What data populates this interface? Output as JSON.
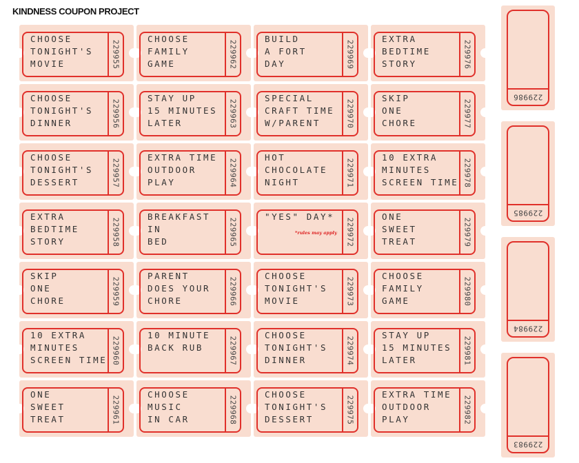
{
  "page": {
    "title": "KINDNESS COUPON PROJECT"
  },
  "coupons": [
    {
      "text": "CHOOSE\nTONIGHT'S\nMOVIE",
      "serial": "229955"
    },
    {
      "text": "CHOOSE\nFAMILY\nGAME",
      "serial": "229962"
    },
    {
      "text": "BUILD\nA FORT\nDAY",
      "serial": "229969"
    },
    {
      "text": "EXTRA\nBEDTIME\nSTORY",
      "serial": "229976"
    },
    {
      "text": "CHOOSE\nTONIGHT'S\nDINNER",
      "serial": "229956"
    },
    {
      "text": "STAY UP\n15 MINUTES\nLATER",
      "serial": "229963"
    },
    {
      "text": "SPECIAL\nCRAFT TIME\nW/PARENT",
      "serial": "229970"
    },
    {
      "text": "SKIP\nONE\nCHORE",
      "serial": "229977"
    },
    {
      "text": "CHOOSE\nTONIGHT'S\nDESSERT",
      "serial": "229957"
    },
    {
      "text": "EXTRA TIME\nOUTDOOR\nPLAY",
      "serial": "229964"
    },
    {
      "text": "HOT\nCHOCOLATE\nNIGHT",
      "serial": "229971"
    },
    {
      "text": "10 EXTRA\nMINUTES\nSCREEN TIME",
      "serial": "229978"
    },
    {
      "text": "EXTRA\nBEDTIME\nSTORY",
      "serial": "229958"
    },
    {
      "text": "BREAKFAST\nIN\nBED",
      "serial": "229965"
    },
    {
      "text": "\"YES\" DAY*",
      "serial": "229972",
      "note": "*rules may apply"
    },
    {
      "text": "ONE\nSWEET\nTREAT",
      "serial": "229979"
    },
    {
      "text": "SKIP\nONE\nCHORE",
      "serial": "229959"
    },
    {
      "text": "PARENT\nDOES YOUR\nCHORE",
      "serial": "229966"
    },
    {
      "text": "CHOOSE\nTONIGHT'S\nMOVIE",
      "serial": "229973"
    },
    {
      "text": "CHOOSE\nFAMILY\nGAME",
      "serial": "229980"
    },
    {
      "text": "10 EXTRA\nMINUTES\nSCREEN TIME",
      "serial": "229960"
    },
    {
      "text": "10 MINUTE\nBACK RUB",
      "serial": "229967"
    },
    {
      "text": "CHOOSE\nTONIGHT'S\nDINNER",
      "serial": "229974"
    },
    {
      "text": "STAY UP\n15 MINUTES\nLATER",
      "serial": "229981"
    },
    {
      "text": "ONE\nSWEET\nTREAT",
      "serial": "229961"
    },
    {
      "text": "CHOOSE\nMUSIC\nIN CAR",
      "serial": "229968"
    },
    {
      "text": "CHOOSE\nTONIGHT'S\nDESSERT",
      "serial": "229975"
    },
    {
      "text": "EXTRA TIME\nOUTDOOR\nPLAY",
      "serial": "229982"
    }
  ],
  "strips": [
    {
      "serial": "229986"
    },
    {
      "serial": "229985"
    },
    {
      "serial": "229984"
    },
    {
      "serial": "229983"
    }
  ]
}
